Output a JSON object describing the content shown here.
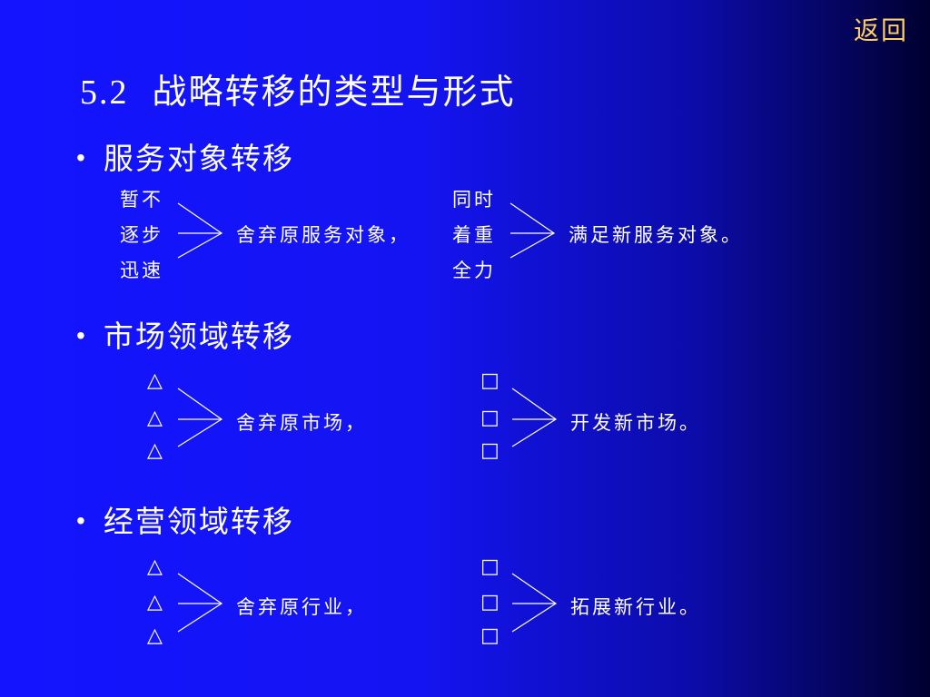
{
  "nav": {
    "back_label": "返回"
  },
  "slide": {
    "number": "5.2",
    "title": "战略转移的类型与形式"
  },
  "bullet_char": "•",
  "sections": [
    {
      "heading": "服务对象转移",
      "left_words": [
        "暂不",
        "逐步",
        "迅速"
      ],
      "left_text": "舍弃原服务对象，",
      "right_words": [
        "同时",
        "着重",
        "全力"
      ],
      "right_text": "满足新服务对象。"
    },
    {
      "heading": "市场领域转移",
      "left_words": [
        "△",
        "△",
        "△"
      ],
      "left_text": "舍弃原市场，",
      "right_words": [
        "□",
        "□",
        "□"
      ],
      "right_text": "开发新市场。"
    },
    {
      "heading": "经营领域转移",
      "left_words": [
        "△",
        "△",
        "△"
      ],
      "left_text": "舍弃原行业，",
      "right_words": [
        "□",
        "□",
        "□"
      ],
      "right_text": "拓展新行业。"
    }
  ]
}
